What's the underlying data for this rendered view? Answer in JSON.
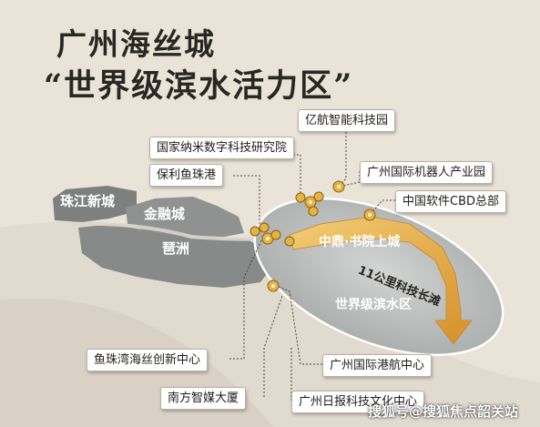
{
  "title": {
    "line1": "广州海丝城",
    "line2": "“世界级滨水活力区”"
  },
  "areas": {
    "zhujiang": "珠江新城",
    "jinrong": "金融城",
    "pazhou": "琶洲"
  },
  "zone": {
    "center_label": "中鼎·书院上城",
    "corridor_label": "11公里科技长滩",
    "region_label": "世界级滨水区"
  },
  "callouts": {
    "yihang": "亿航智能科技园",
    "nano": "国家纳米数字科技研究院",
    "poly": "保利鱼珠港",
    "robot": "广州国际机器人产业园",
    "software": "中国软件CBD总部",
    "yuzhuwan": "鱼珠湾海丝创新中心",
    "port": "广州国际港航中心",
    "nanfang": "南方智媒大厦",
    "ribao": "广州日报科技文化中心"
  },
  "watermark": "搜狐号@搜狐焦点韶关站",
  "colors": {
    "background": "#e9e3d8",
    "land": "#878a89",
    "zone_fill": "#b9bcbb",
    "arrow": "#e9a73a",
    "marker": "#e7b342",
    "text_dark": "#2a2622"
  }
}
